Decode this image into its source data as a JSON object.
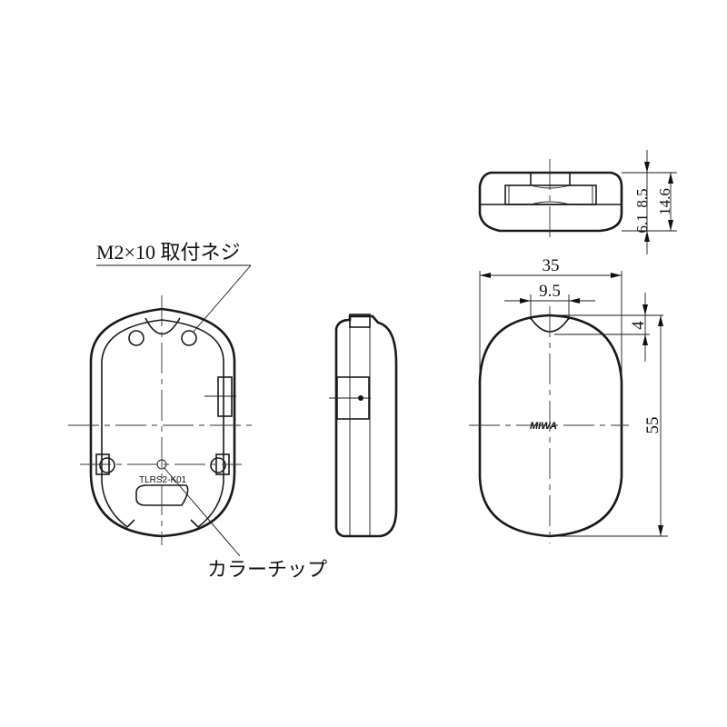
{
  "drawing": {
    "callouts": {
      "screw": "M2×10 取付ネジ",
      "color_chip": "カラーチップ",
      "model_code": "TLRS2-K01",
      "brand_mark": "MIWA"
    },
    "dimensions": {
      "width_total": "35",
      "recess_width": "9.5",
      "recess_depth": "4",
      "height_total": "55",
      "thickness_total": "14.6",
      "thickness_upper": "8.5",
      "thickness_lower": "6.1"
    },
    "views": [
      "back-view",
      "side-view",
      "front-view",
      "top-view"
    ]
  }
}
